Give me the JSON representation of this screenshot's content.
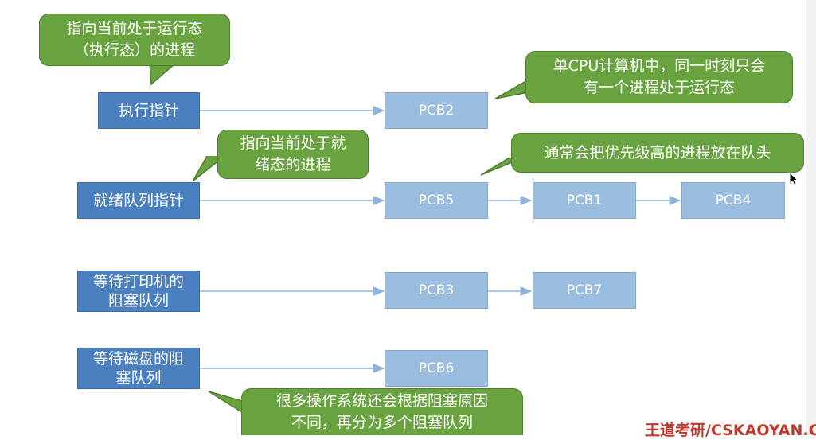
{
  "pointers": {
    "running": "执行指针",
    "ready": "就绪队列指针",
    "wait_printer": [
      "等待打印机的",
      "阻塞队列"
    ],
    "wait_disk": [
      "等待磁盘的阻",
      "塞队列"
    ]
  },
  "pcbs": {
    "pcb2": "PCB2",
    "pcb5": "PCB5",
    "pcb1": "PCB1",
    "pcb4": "PCB4",
    "pcb3": "PCB3",
    "pcb7": "PCB7",
    "pcb6": "PCB6"
  },
  "callouts": {
    "running_note": [
      "指向当前处于运行态",
      "（执行态）的进程"
    ],
    "single_cpu_note": [
      "单CPU计算机中，同一时刻只会",
      "有一个进程处于运行态"
    ],
    "ready_note": [
      "指向当前处于就",
      "绪态的进程"
    ],
    "priority_note": [
      "通常会把优先级高的进程放在队头"
    ],
    "blocked_note": [
      "很多操作系统还会根据阻塞原因",
      "不同，再分为多个阻塞队列"
    ]
  },
  "watermark": "王道考研/CSKAOYAN.COM",
  "colors": {
    "pointer_box": "#4a80c0",
    "pcb_box": "#9bbde0",
    "callout": "#69a340",
    "arrow": "#8eb4dc",
    "watermark": "#c0392b"
  }
}
